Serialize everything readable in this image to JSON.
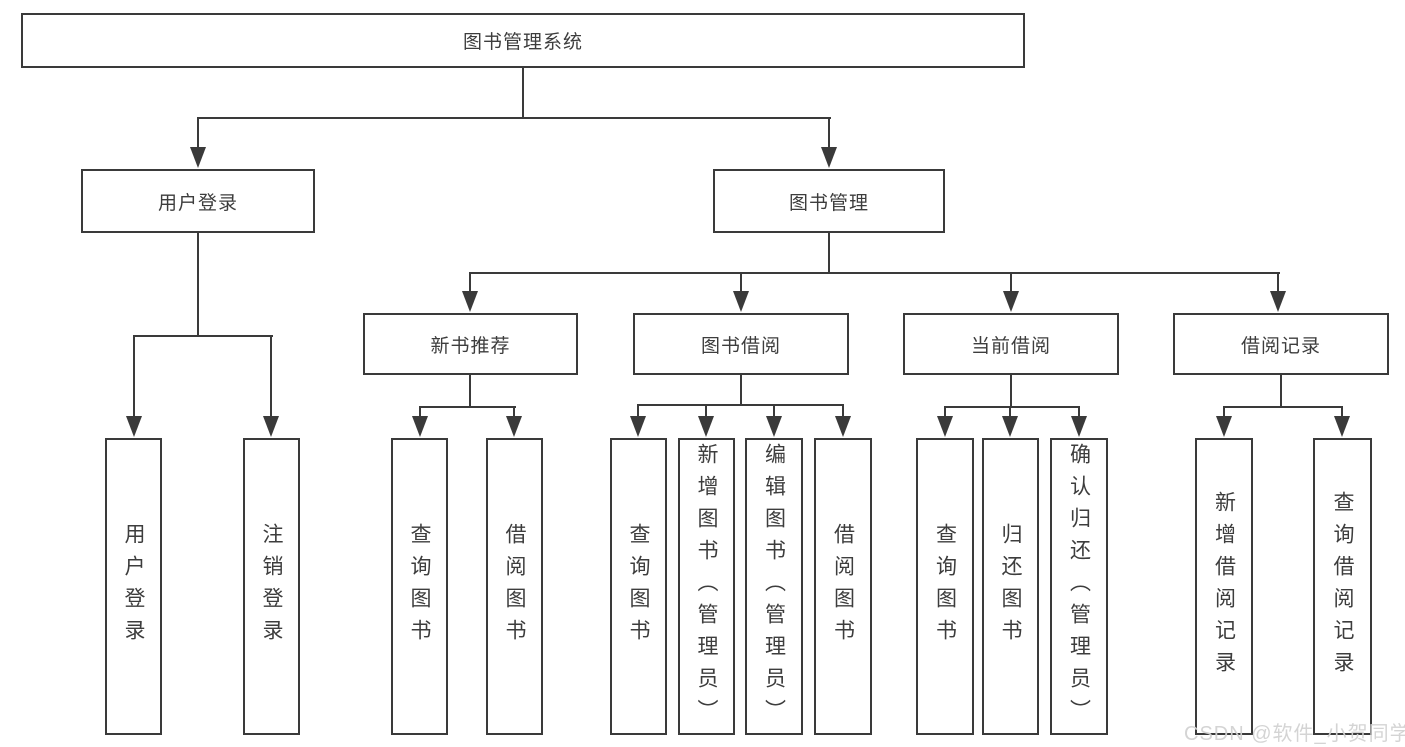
{
  "diagram": {
    "root": {
      "label": "图书管理系统"
    },
    "branches": [
      {
        "label": "用户登录",
        "leaves": [
          {
            "label": "用户登录"
          },
          {
            "label": "注销登录"
          }
        ]
      },
      {
        "label": "图书管理",
        "groups": [
          {
            "label": "新书推荐",
            "leaves": [
              {
                "label": "查询图书"
              },
              {
                "label": "借阅图书"
              }
            ]
          },
          {
            "label": "图书借阅",
            "leaves": [
              {
                "label": "查询图书"
              },
              {
                "label": "新增图书（管理员）"
              },
              {
                "label": "编辑图书（管理员）"
              },
              {
                "label": "借阅图书"
              }
            ]
          },
          {
            "label": "当前借阅",
            "leaves": [
              {
                "label": "查询图书"
              },
              {
                "label": "归还图书"
              },
              {
                "label": "确认归还（管理员）"
              }
            ]
          },
          {
            "label": "借阅记录",
            "leaves": [
              {
                "label": "新增借阅记录"
              },
              {
                "label": "查询借阅记录"
              }
            ]
          }
        ]
      }
    ]
  },
  "watermark": {
    "text": "CSDN @软件_小贺同学"
  },
  "colors": {
    "line": "#3a3a3a",
    "background": "#ffffff",
    "watermark_text": "#d2d2d2"
  }
}
